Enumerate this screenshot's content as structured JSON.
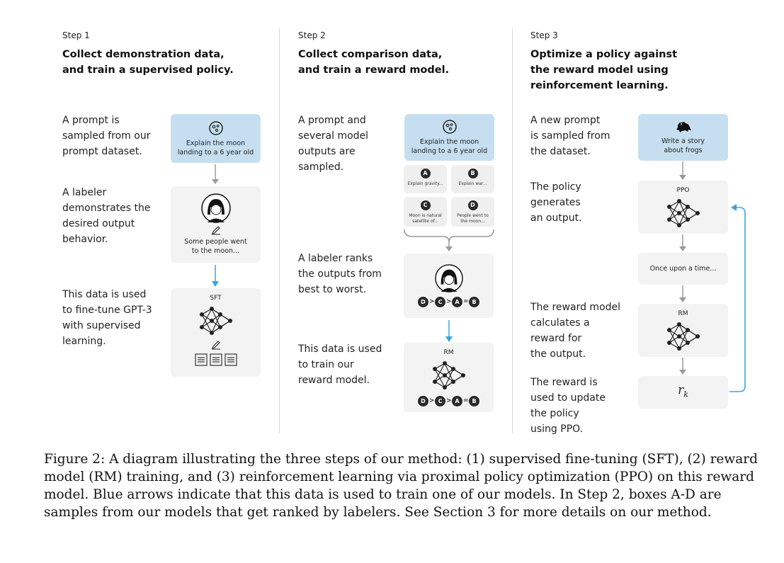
{
  "steps": [
    {
      "label": "Step 1",
      "title": [
        "Collect demonstration data,",
        "and train a supervised policy."
      ],
      "descs": [
        [
          "A prompt is",
          "sampled from our",
          "prompt dataset."
        ],
        [
          "A labeler",
          "demonstrates the",
          "desired output",
          "behavior."
        ],
        [
          "This data is used",
          "to fine-tune GPT-3",
          "with supervised",
          "learning."
        ]
      ],
      "prompt": [
        "Explain the moon",
        "landing to a 6 year old"
      ],
      "demo_output": [
        "Some people went",
        "to the moon..."
      ],
      "model_label": "SFT"
    },
    {
      "label": "Step 2",
      "title": [
        "Collect comparison data,",
        "and train a reward model."
      ],
      "descs": [
        [
          "A prompt and",
          "several model",
          "outputs are",
          "sampled."
        ],
        [
          "A labeler ranks",
          "the outputs from",
          "best to worst."
        ],
        [
          "This data is used",
          "to train our",
          "reward model."
        ]
      ],
      "prompt": [
        "Explain the moon",
        "landing to a 6 year old"
      ],
      "outputs": [
        {
          "id": "A",
          "text": [
            "Explain gravity..."
          ]
        },
        {
          "id": "B",
          "text": [
            "Explain war..."
          ]
        },
        {
          "id": "C",
          "text": [
            "Moon is natural",
            "satellite of..."
          ]
        },
        {
          "id": "D",
          "text": [
            "People went to",
            "the moon..."
          ]
        }
      ],
      "ranking": [
        "D",
        ">",
        "C",
        ">",
        "A",
        "=",
        "B"
      ],
      "model_label": "RM"
    },
    {
      "label": "Step 3",
      "title": [
        "Optimize a policy against",
        "the reward model using",
        "reinforcement learning."
      ],
      "descs": [
        [
          "A new prompt",
          "is sampled from",
          "the dataset."
        ],
        [
          "The policy",
          "generates",
          "an output."
        ],
        [
          "The reward model",
          "calculates a",
          "reward for",
          "the output."
        ],
        [
          "The reward is",
          "used to update",
          "the policy",
          "using PPO."
        ]
      ],
      "prompt": [
        "Write a story",
        "about frogs"
      ],
      "policy_label": "PPO",
      "output": "Once upon a time...",
      "rm_label": "RM",
      "reward_symbol": "r",
      "reward_subscript": "k"
    }
  ],
  "caption": "Figure 2: A diagram illustrating the three steps of our method: (1) supervised fine-tuning (SFT), (2) reward model (RM) training, and (3) reinforcement learning via proximal policy optimization (PPO) on this reward model. Blue arrows indicate that this data is used to train one of our models. In Step 2, boxes A-D are samples from our models that get ranked by labelers. See Section 3 for more details on our method.",
  "colors": {
    "prompt_box": "#c5dff0",
    "box": "#f3f3f3",
    "arrow_gray": "#9a9a9a",
    "arrow_blue": "#3aa5d8",
    "badge": "#2a2a2a"
  }
}
